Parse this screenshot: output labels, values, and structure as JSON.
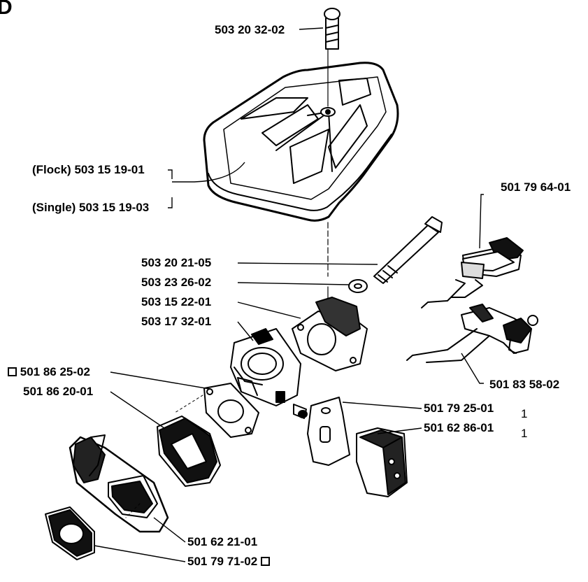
{
  "diagram": {
    "section_mark": "D",
    "labels": {
      "bolt_top": "503 20 32-02",
      "cover_flock": "(Flock) 503 15 19-01",
      "cover_single": "(Single) 503 15 19-03",
      "switch": "501 79 64-01",
      "long_bolt": "503 20 21-05",
      "washer": "503 23 26-02",
      "intake": "503 15 22-01",
      "carburetor": "503 17 32-01",
      "gasket_boxed": "501 86 25-02",
      "adapter": "501 86 20-01",
      "link_rod": "501 83 58-02",
      "plate": "501 79 25-01",
      "filter_block": "501 62 86-01",
      "base_plate": "501 62 21-01",
      "bottom_gasket": "501 79 71-02"
    },
    "note_marks": [
      "1",
      "1"
    ]
  }
}
